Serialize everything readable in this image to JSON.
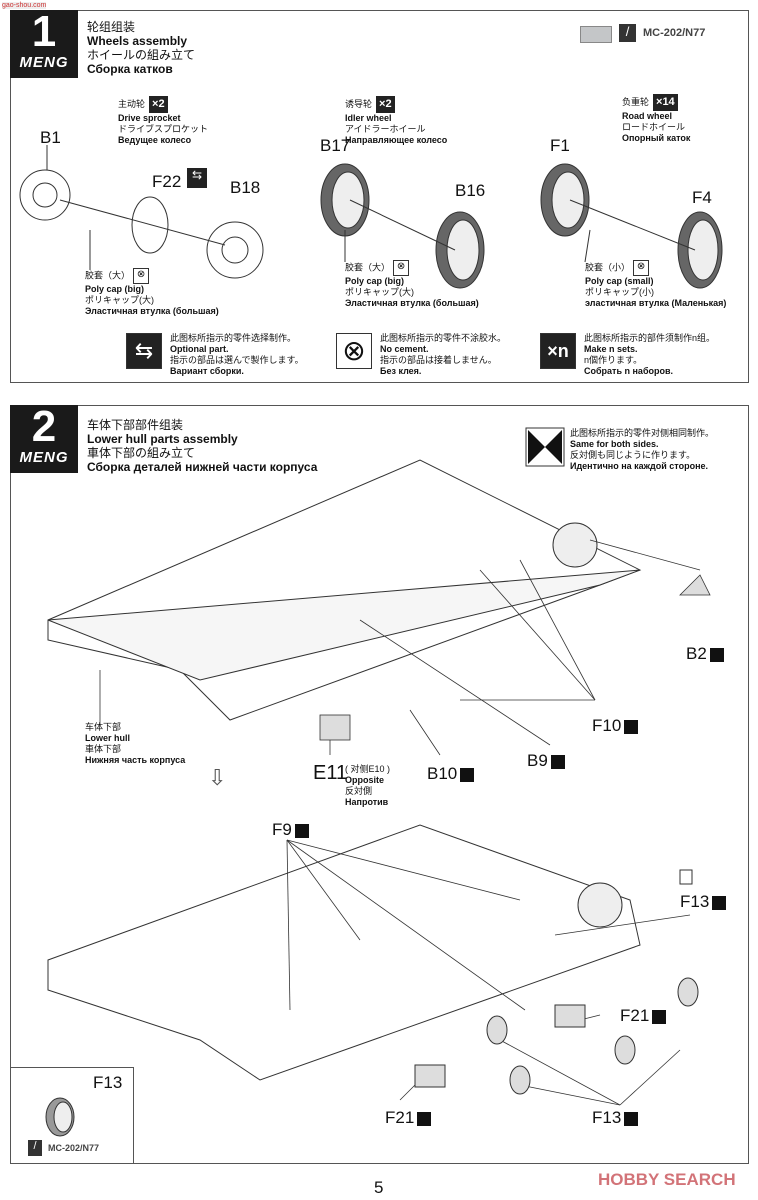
{
  "step1": {
    "number": "1",
    "brand": "MENG",
    "title_zh": "轮组组装",
    "title_en": "Wheels assembly",
    "title_ja": "ホイールの組み立て",
    "title_ru": "Сборка катков",
    "paint": {
      "code": "MC-202/N77",
      "chip_color": "#c4c6c8"
    },
    "watermark": "gao-shou.com",
    "drive_sprocket": {
      "zh": "主动轮",
      "en": "Drive sprocket",
      "ja": "ドライブスプロケット",
      "ru": "Ведущее колесо",
      "count": "×2"
    },
    "idler_wheel": {
      "zh": "诱导轮",
      "en": "Idler wheel",
      "ja": "アイドラーホイール",
      "ru": "Направляющее колесо",
      "count": "×2"
    },
    "road_wheel": {
      "zh": "负重轮",
      "en": "Road wheel",
      "ja": "ロードホイール",
      "ru": "Опорный каток",
      "count": "×14"
    },
    "parts": {
      "b1": "B1",
      "f22": "F22",
      "b18": "B18",
      "b17": "B17",
      "b16": "B16",
      "f1": "F1",
      "f4": "F4"
    },
    "poly_big": {
      "zh": "胶套（大）",
      "en": "Poly cap (big)",
      "ja": "ポリキャップ(大)",
      "ru": "Эластичная втулка (большая)"
    },
    "poly_small": {
      "zh": "胶套（小）",
      "en": "Poly cap (small)",
      "ja": "ポリキャップ(小)",
      "ru": "эластичная втулка (Маленькая)"
    },
    "legend": [
      {
        "icon": "optional-arrows-icon",
        "zh": "此图标所指示的零件选择制作。",
        "en": "Optional part.",
        "ja": "指示の部品は選んで製作します。",
        "ru": "Вариант сборки."
      },
      {
        "icon": "no-cement-icon",
        "zh": "此图标所指示的零件不涂胶水。",
        "en": "No cement.",
        "ja": "指示の部品は接着しません。",
        "ru": "Без клея."
      },
      {
        "icon": "make-n-sets-icon",
        "glyph": "×n",
        "zh": "此图标所指示的部件须制作n组。",
        "en": "Make n sets.",
        "ja": "n個作ります。",
        "ru": "Собрать n наборов."
      }
    ]
  },
  "step2": {
    "number": "2",
    "brand": "MENG",
    "title_zh": "车体下部部件组装",
    "title_en": "Lower hull parts assembly",
    "title_ja": "車体下部の組み立て",
    "title_ru": "Сборка деталей нижней части корпуса",
    "same_sides": {
      "zh": "此图标所指示的零件对侧相同制作。",
      "en": "Same for both sides.",
      "ja": "反対側も同じように作ります。",
      "ru": "Идентично на каждой стороне."
    },
    "lower_hull": {
      "zh": "车体下部",
      "en": "Lower hull",
      "ja": "車体下部",
      "ru": "Нижняя часть корпуса"
    },
    "opposite": {
      "zh": "( 对侧E10 )",
      "en": "Opposite",
      "ja": "反対側",
      "ru": "Напротив"
    },
    "parts": {
      "b2": "B2",
      "f10": "F10",
      "e11": "E11",
      "b10": "B10",
      "b9": "B9",
      "f9": "F9",
      "f13a": "F13",
      "f21a": "F21",
      "f21b": "F21",
      "f13b": "F13"
    },
    "inset": {
      "part": "F13",
      "paint": "MC-202/N77"
    }
  },
  "footer": {
    "page": "5",
    "watermark": "HOBBY SEARCH"
  }
}
